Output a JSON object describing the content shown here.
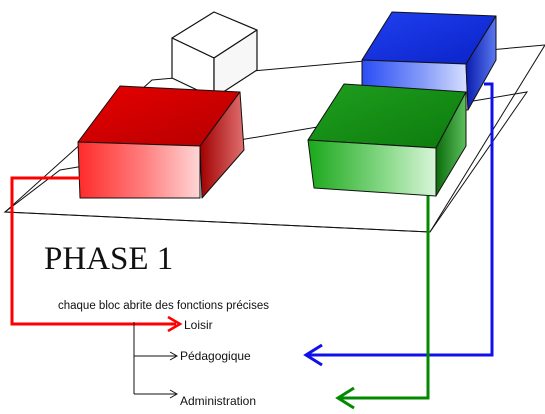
{
  "title": "PHASE 1",
  "caption": "chaque bloc abrite des fonctions  précises",
  "functions": {
    "loisir": "Loisir",
    "pedagogique": "Pédagogique",
    "administration": "Administration"
  },
  "colors": {
    "red_block": "#e01010",
    "green_block": "#16a016",
    "blue_block": "#1a3ef0",
    "white_block": "#ffffff",
    "red_arrow": "#ff0000",
    "green_arrow": "#008a00",
    "blue_arrow": "#1010e8"
  }
}
